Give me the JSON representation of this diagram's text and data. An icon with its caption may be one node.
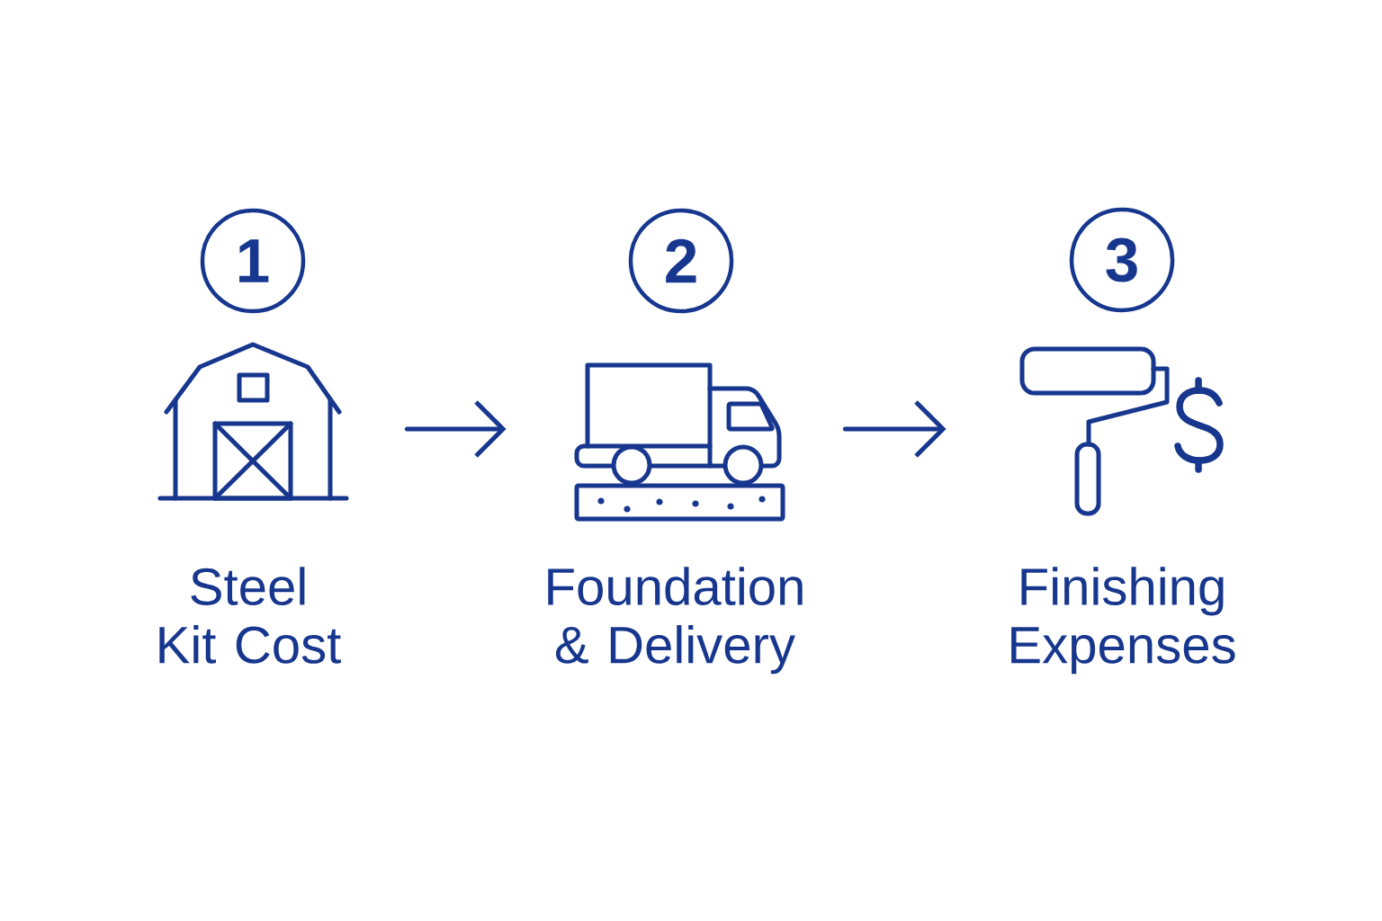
{
  "diagram": {
    "nodes": [
      {
        "text": [
          "1"
        ]
      },
      {
        "text": [],
        "shape": "picture",
        "beside": [
          "Steel Kit Cost"
        ]
      },
      {
        "text": [
          "2"
        ]
      },
      {
        "text": [],
        "shape": "picture",
        "beside": [
          "Foundation & Delivery"
        ]
      },
      {
        "text": [
          "3"
        ]
      },
      {
        "text": [],
        "shape": "picture",
        "beside": [
          "Finishing Expenses"
        ]
      }
    ],
    "edges": [
      {
        "from": 1,
        "to": 3,
        "arrow": "to"
      },
      {
        "from": 3,
        "to": 5,
        "arrow": "to"
      }
    ]
  }
}
